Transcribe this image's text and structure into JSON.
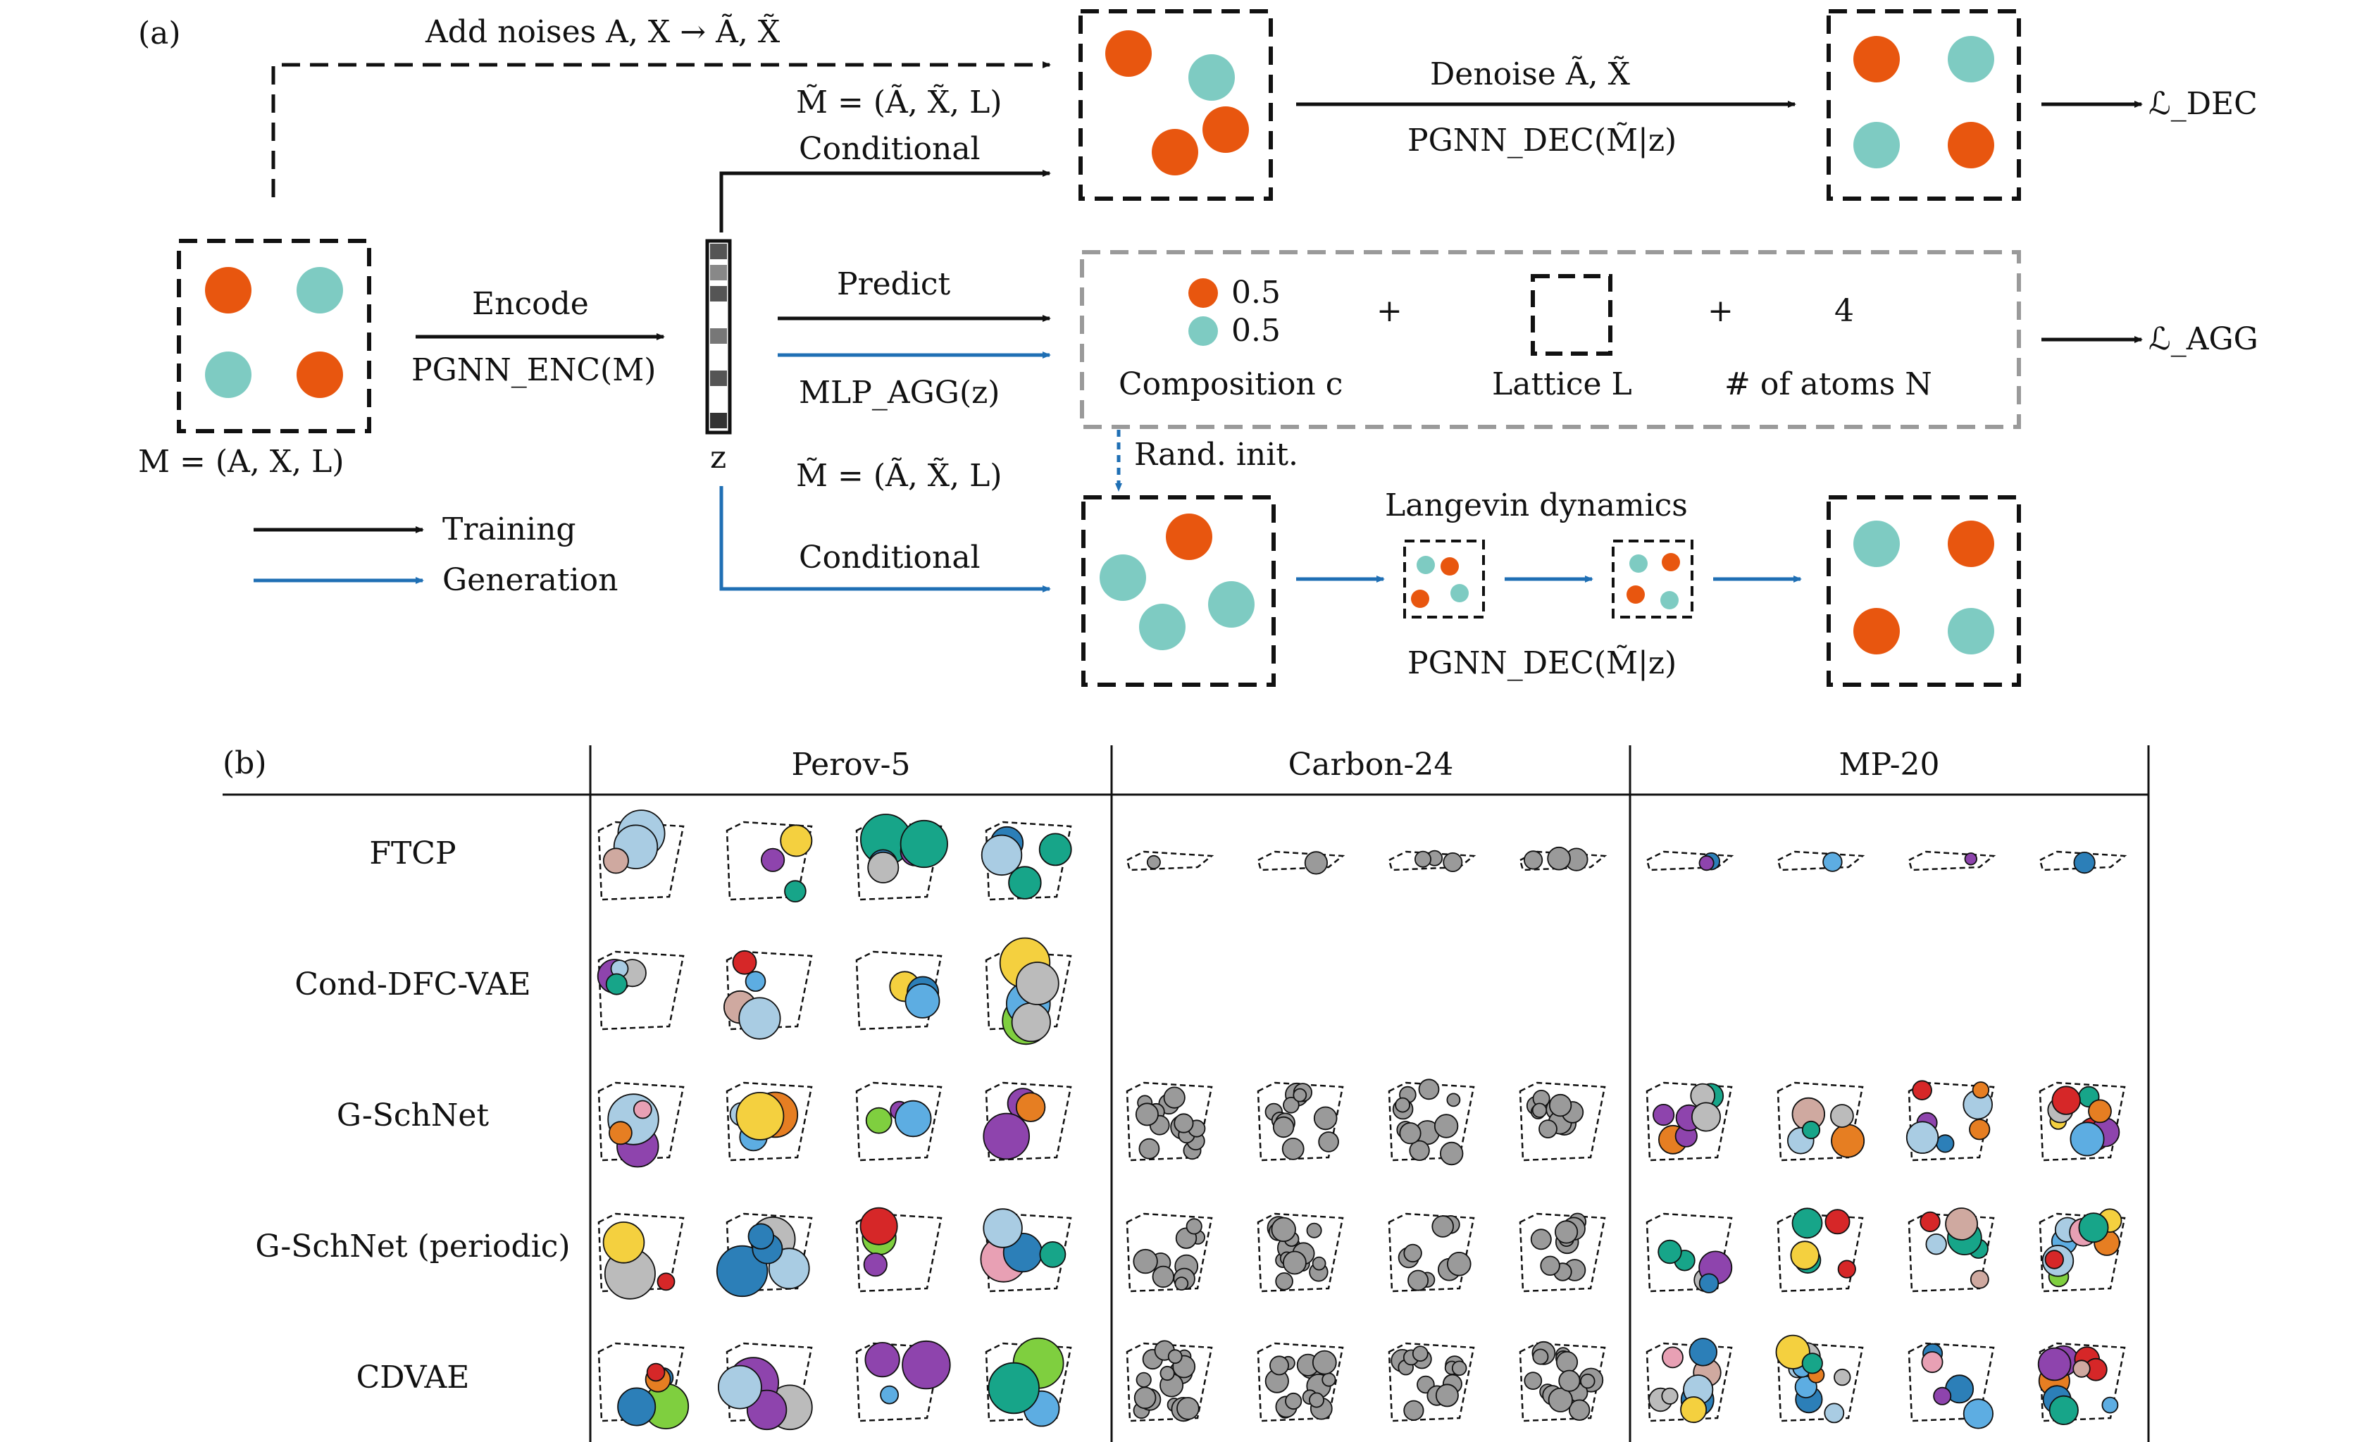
{
  "panel_a": {
    "label": "(a)",
    "add_noises": "Add noises A, X → Ã, X̃",
    "noisy_material": "M̃ = (Ã, X̃, L)",
    "conditional_top": "Conditional",
    "denoise": "Denoise Ã, X̃",
    "pgnn_dec_top": "PGNN_DEC(M̃|z)",
    "loss_dec": "ℒ_DEC",
    "encode": "Encode",
    "pgnn_enc": "PGNN_ENC(M)",
    "material": "M = (A, X, L)",
    "latent": "z",
    "predict": "Predict",
    "mlp_agg": "MLP_AGG(z)",
    "comp_value_1": "0.5",
    "comp_value_2": "0.5",
    "plus_1": "+",
    "plus_2": "+",
    "atoms_value": "4",
    "composition_label": "Composition c",
    "lattice_label": "Lattice L",
    "atoms_label": "# of atoms N",
    "loss_agg": "ℒ_AGG",
    "rand_init": "Rand. init.",
    "noisy_material_2": "M̃ = (Ã, X̃, L)",
    "conditional_bottom": "Conditional",
    "langevin": "Langevin dynamics",
    "pgnn_dec_bottom": "PGNN_DEC(M̃|z)",
    "legend_training": "Training",
    "legend_generation": "Generation"
  },
  "panel_b": {
    "label": "(b)",
    "columns": [
      "Perov-5",
      "Carbon-24",
      "MP-20"
    ],
    "rows": [
      "FTCP",
      "Cond-DFC-VAE",
      "G-SchNet",
      "G-SchNet (periodic)",
      "CDVAE"
    ]
  },
  "colors": {
    "orange": "#e8560f",
    "teal": "#7ecbc2",
    "blue_arrow": "#1f6fb4",
    "black": "#111111",
    "gray_box": "#9a9a9a"
  }
}
